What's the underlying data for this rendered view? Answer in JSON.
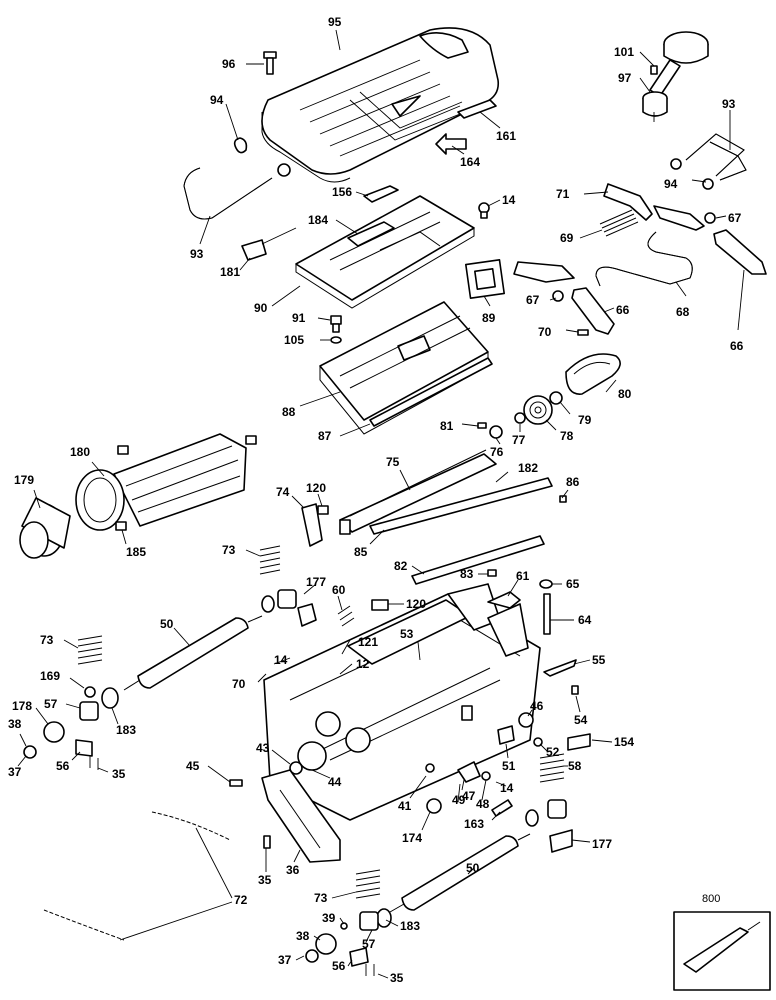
{
  "labels": {
    "p95": "95",
    "p96": "96",
    "p94a": "94",
    "p93a": "93",
    "p161": "161",
    "p164": "164",
    "p101": "101",
    "p97": "97",
    "p93b": "93",
    "p94b": "94",
    "p67a": "67",
    "p71": "71",
    "p69": "69",
    "p156": "156",
    "p14a": "14",
    "p184": "184",
    "p181": "181",
    "p90": "90",
    "p89": "89",
    "p67b": "67",
    "p66a": "66",
    "p68": "68",
    "p66b": "66",
    "p70a": "70",
    "p91": "91",
    "p105": "105",
    "p88": "88",
    "p80": "80",
    "p79": "79",
    "p78": "78",
    "p77": "77",
    "p76": "76",
    "p81": "81",
    "p87": "87",
    "p180": "180",
    "p179": "179",
    "p75": "75",
    "p182": "182",
    "p86": "86",
    "p74": "74",
    "p120a": "120",
    "p85": "85",
    "p185": "185",
    "p82": "82",
    "p73a": "73",
    "p177a": "177",
    "p60": "60",
    "p120b": "120",
    "p83": "83",
    "p61": "61",
    "p65": "65",
    "p64": "64",
    "p50a": "50",
    "p73b": "73",
    "p121": "121",
    "p53": "53",
    "p55": "55",
    "p14b": "14",
    "p12": "12",
    "p70b": "70",
    "p169": "169",
    "p57a": "57",
    "p178": "178",
    "p183a": "183",
    "p38a": "38",
    "p37a": "37",
    "p56a": "56",
    "p35a": "35",
    "p54": "54",
    "p46": "46",
    "p52": "52",
    "p154": "154",
    "p43": "43",
    "p45": "45",
    "p44": "44",
    "p51": "51",
    "p58": "58",
    "p47": "47",
    "p41": "41",
    "p49": "49",
    "p48": "48",
    "p14c": "14",
    "p174": "174",
    "p163": "163",
    "p177b": "177",
    "p36": "36",
    "p35b": "35",
    "p72": "72",
    "p73c": "73",
    "p50b": "50",
    "p39": "39",
    "p183b": "183",
    "p38b": "38",
    "p57b": "57",
    "p37b": "37",
    "p56b": "56",
    "p35c": "35",
    "p800": "800"
  }
}
